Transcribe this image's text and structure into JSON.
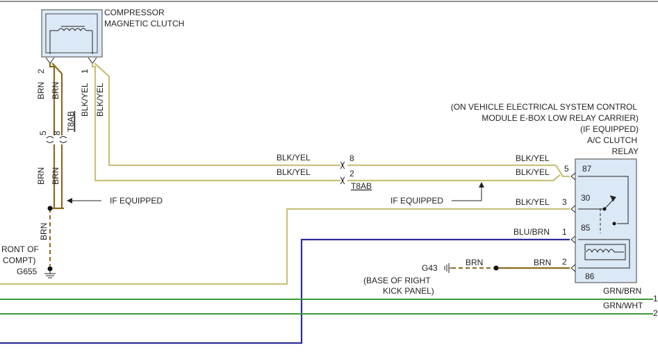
{
  "component": {
    "title_line1": "COMPRESSOR",
    "title_line2": "MAGNETIC CLUTCH",
    "pin2": "2",
    "pin1": "1"
  },
  "wires": {
    "brn": "BRN",
    "blk_yel": "BLK/YEL",
    "blu_brn": "BLU/BRN",
    "grn_brn": "GRN/BRN",
    "grn_wht": "GRN/WHT"
  },
  "connector_left": {
    "pin5": "5",
    "pin8": "8",
    "name": "T8AB"
  },
  "connector_mid": {
    "pin8": "8",
    "pin2": "2",
    "name": "T8AB"
  },
  "if_equipped_left": "IF EQUIPPED",
  "if_equipped_mid": "IF EQUIPPED",
  "ground_left": {
    "line1": "RONT OF",
    "line2": "COMPT)",
    "name": "G655"
  },
  "ground_g43": {
    "name": "G43",
    "line1": "(BASE OF RIGHT",
    "line2": "KICK PANEL)"
  },
  "relay": {
    "loc1": "(ON VEHICLE ELECTRICAL SYSTEM CONTROL",
    "loc2": "MODULE E-BOX LOW RELAY CARRIER)",
    "loc3": "(IF EQUIPPED)",
    "name1": "A/C CLUTCH",
    "name2": "RELAY",
    "pin_87": "87",
    "pin_30": "30",
    "pin_85": "85",
    "pin_86": "86",
    "pin5": "5",
    "pin3": "3",
    "pin1": "1",
    "pin2": "2"
  },
  "right_edge_pins": {
    "pin1": "1",
    "pin2": "2"
  },
  "colors": {
    "brn": "#8a6a1e",
    "blk_yel": "#c9c07a",
    "blu_brn": "#2c2c9a",
    "green": "#3a9a3a",
    "box_fill": "#dbe8f5"
  }
}
